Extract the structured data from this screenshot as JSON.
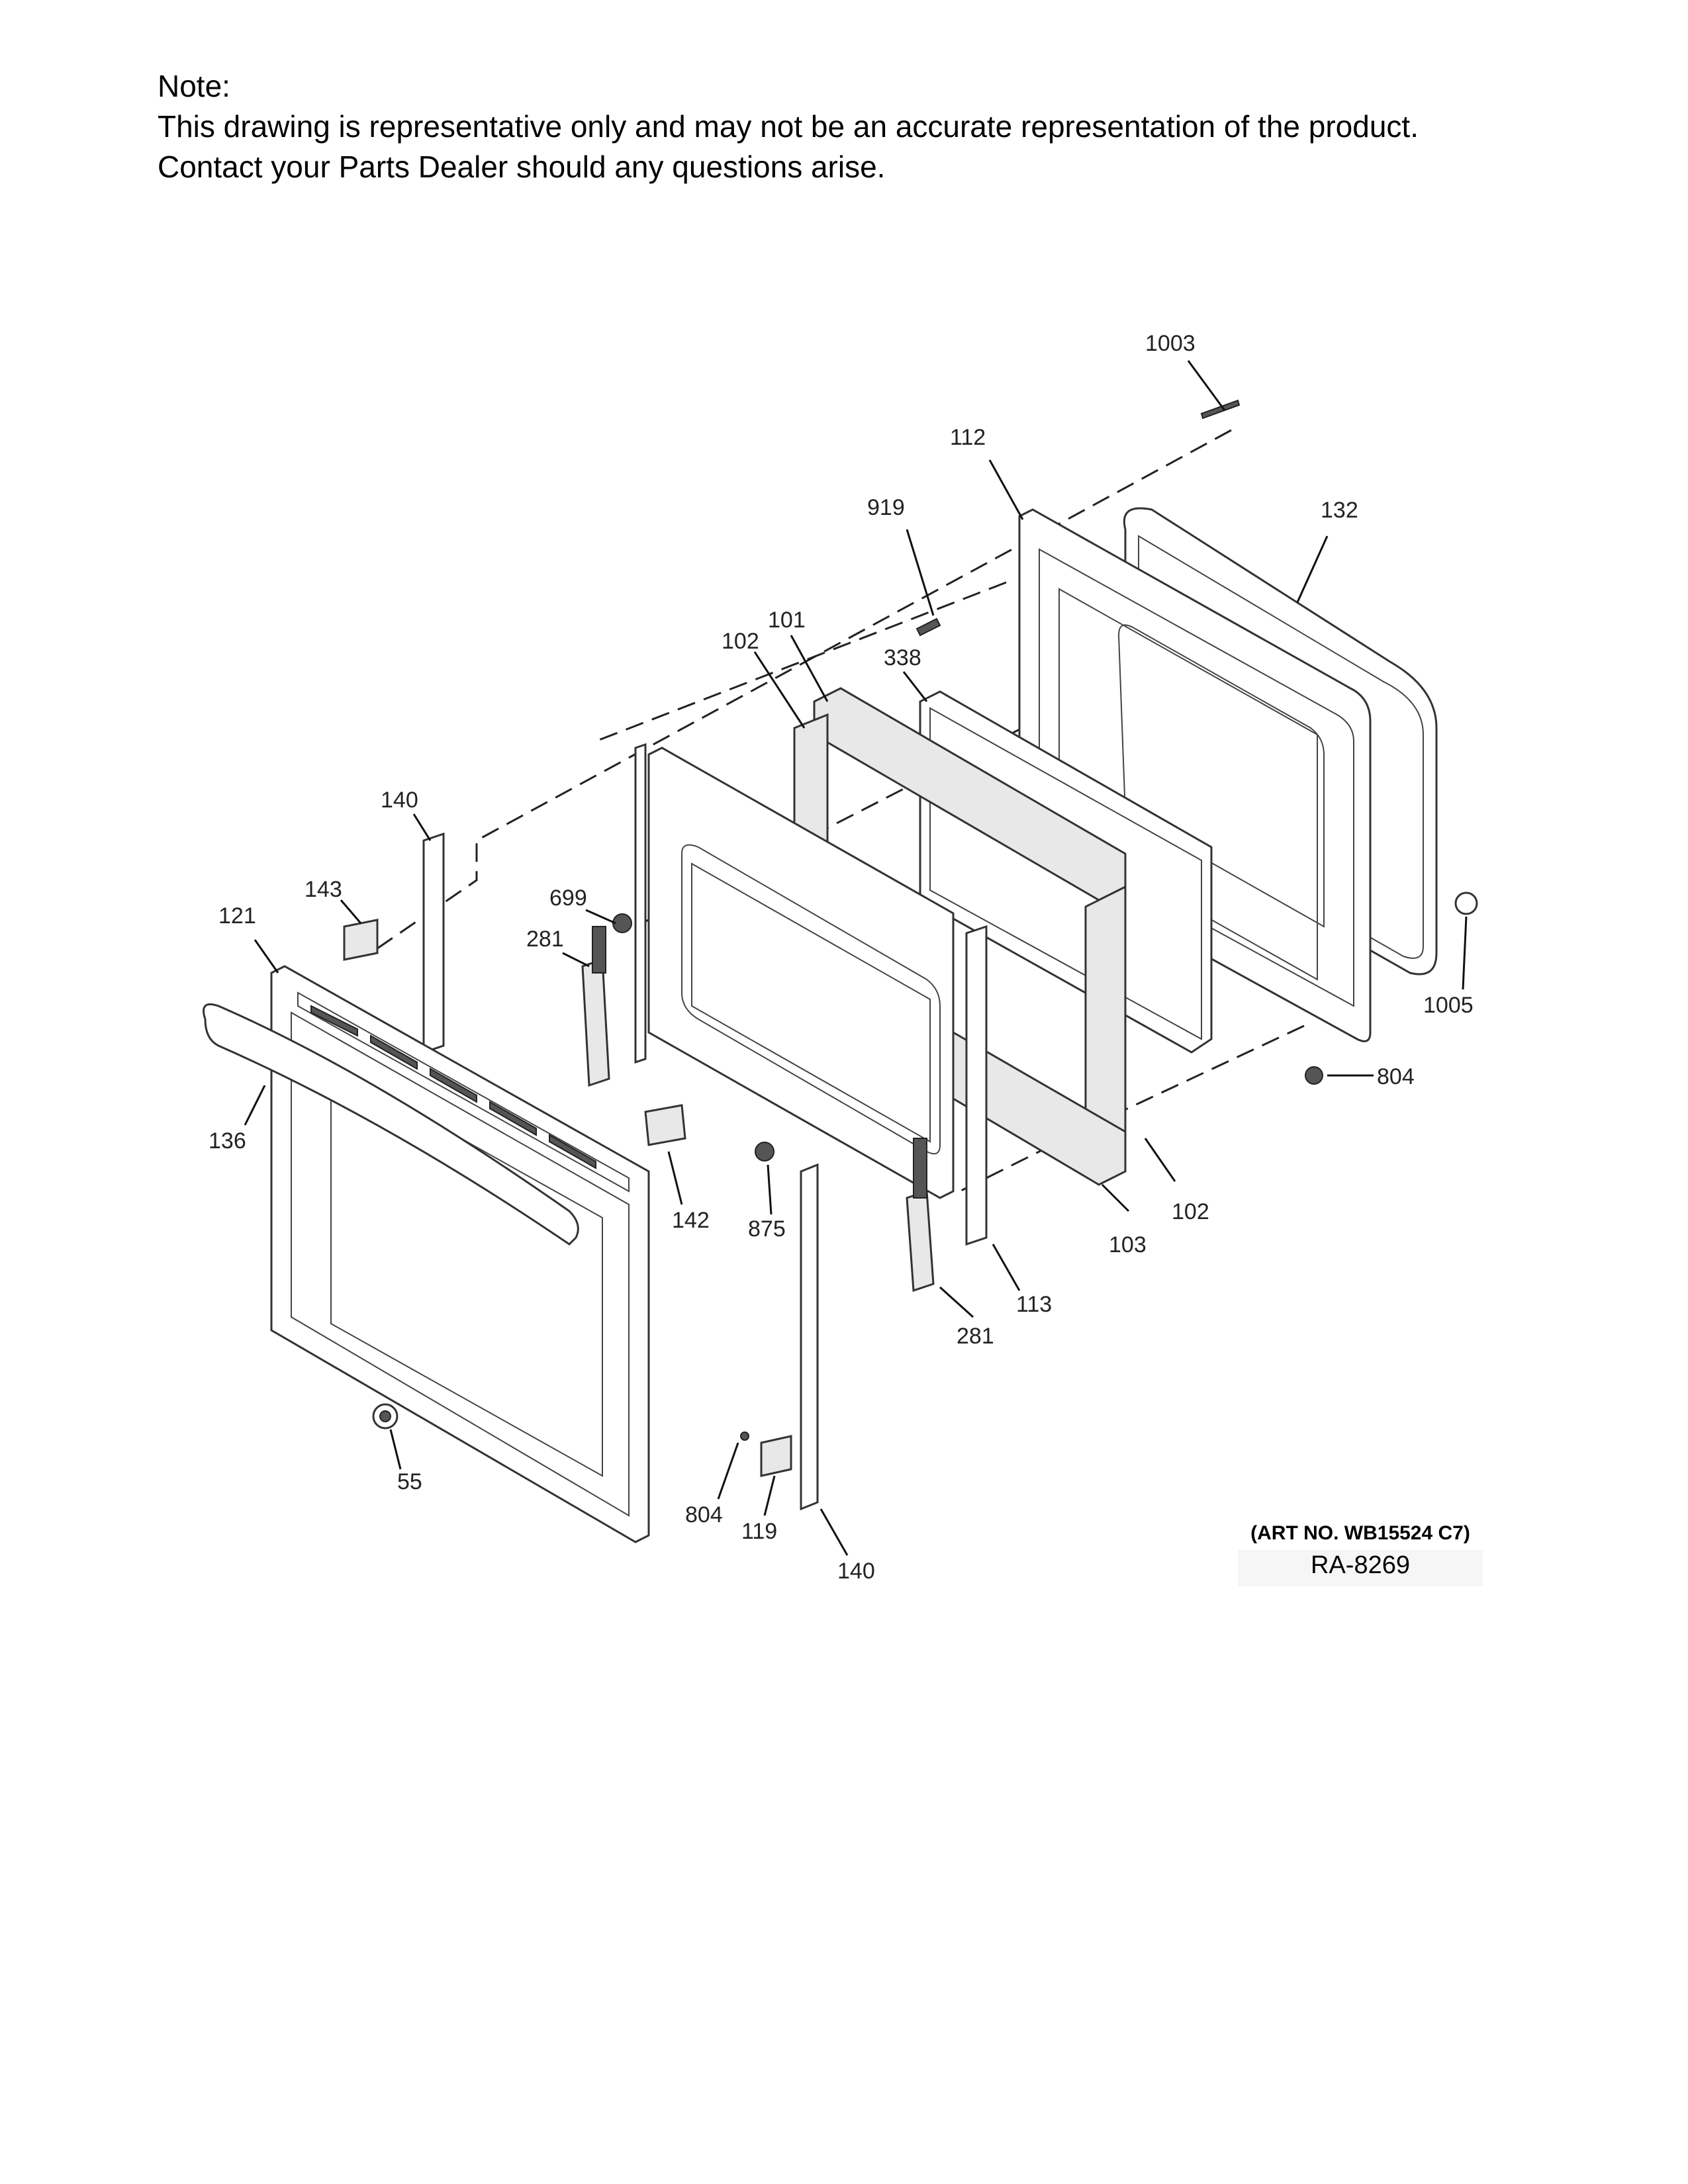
{
  "note": {
    "heading": "Note:",
    "line1": "This drawing is representative only and may not be an accurate representation of the product.",
    "line2": "Contact your Parts Dealer should any questions arise."
  },
  "callouts": {
    "c1003": "1003",
    "c112": "112",
    "c132": "132",
    "c919": "919",
    "c101": "101",
    "c102a": "102",
    "c338": "338",
    "c140a": "140",
    "c143": "143",
    "c121": "121",
    "c699": "699",
    "c281a": "281",
    "c136": "136",
    "c142": "142",
    "c875": "875",
    "c1005": "1005",
    "c804a": "804",
    "c102b": "102",
    "c103": "103",
    "c113": "113",
    "c281b": "281",
    "c55": "55",
    "c804b": "804",
    "c119": "119",
    "c140b": "140"
  },
  "art": {
    "number": "(ART NO. WB15524 C7)",
    "ra": "RA-8269"
  }
}
